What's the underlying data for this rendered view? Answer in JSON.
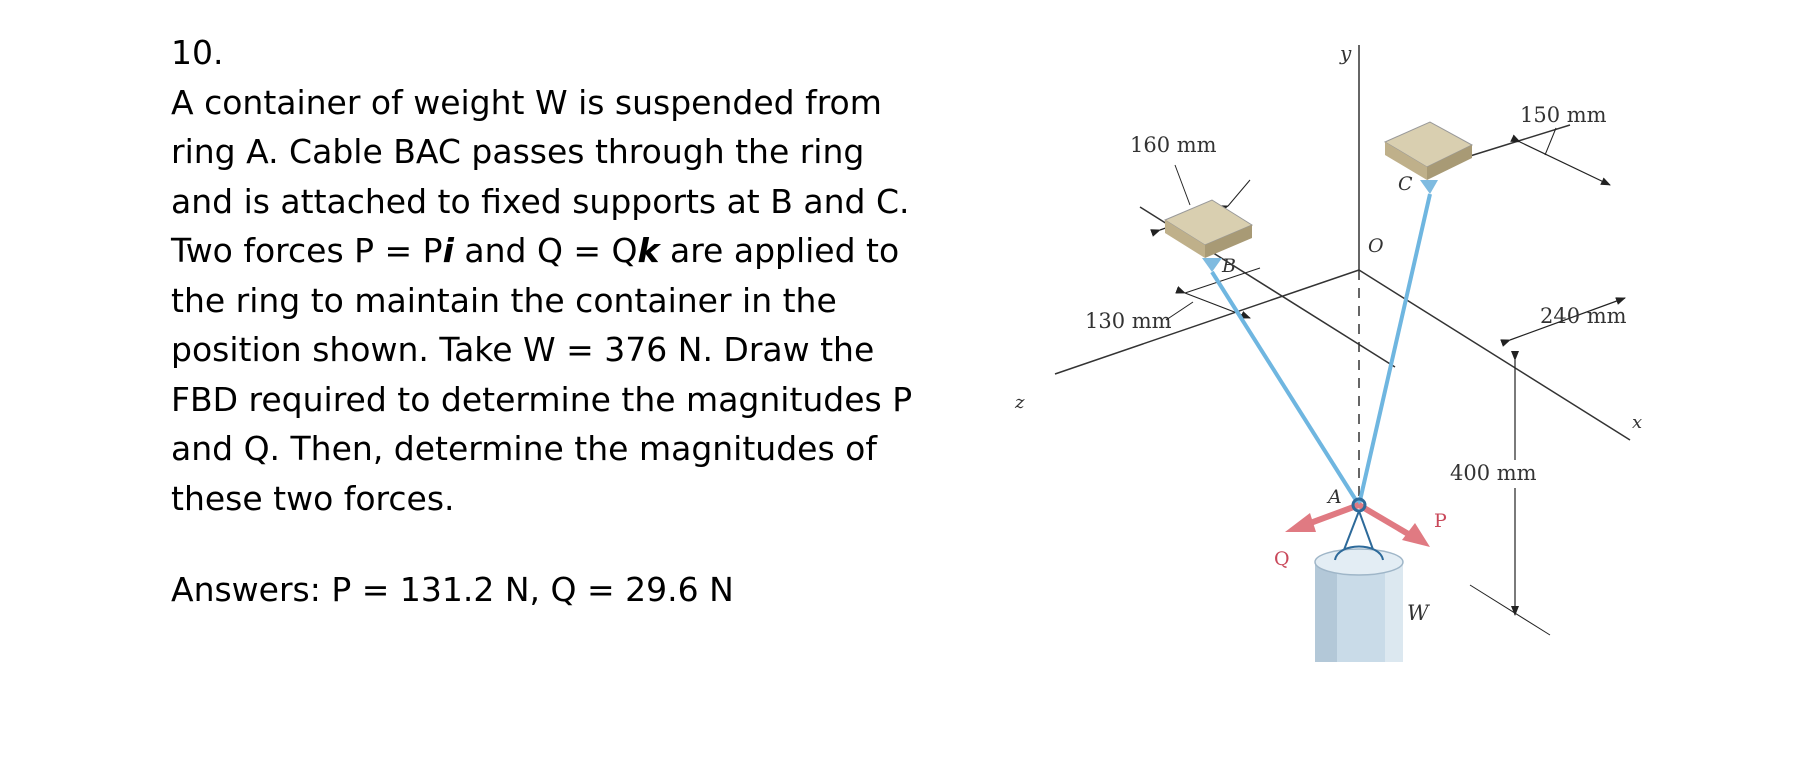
{
  "problem": {
    "number": "10.",
    "line1": "A container of weight W is suspended from",
    "line2": "ring A. Cable BAC passes through the ring",
    "line3": "and is attached to fixed supports at B and C.",
    "line4_a": "Two forces P = P",
    "line4_i": "i",
    "line4_b": " and Q = Q",
    "line4_k": "k",
    "line4_c": " are applied to",
    "line5": "the ring to maintain the container in the",
    "line6": "position shown. Take W = 376 N. Draw the",
    "line7": "FBD required to determine the magnitudes P",
    "line8": "and Q. Then, determine the magnitudes of",
    "line9": "these two forces.",
    "answers": "Answers: P = 131.2 N, Q = 29.6 N"
  },
  "figure": {
    "dim_150": "150 mm",
    "dim_160": "160 mm",
    "dim_130": "130 mm",
    "dim_240": "240 mm",
    "dim_400": "400 mm",
    "axis_y": "y",
    "axis_x": "x",
    "axis_z": "z",
    "pt_O": "O",
    "pt_A": "A",
    "pt_B": "B",
    "pt_C": "C",
    "force_P": "P",
    "force_Q": "Q",
    "weight_W": "W",
    "colors": {
      "cable": "#6fb6e0",
      "force_arrow": "#e07a82",
      "support_top": "#d9cfb0",
      "support_side": "#bfb08a",
      "container": "#c9dbe8"
    }
  }
}
